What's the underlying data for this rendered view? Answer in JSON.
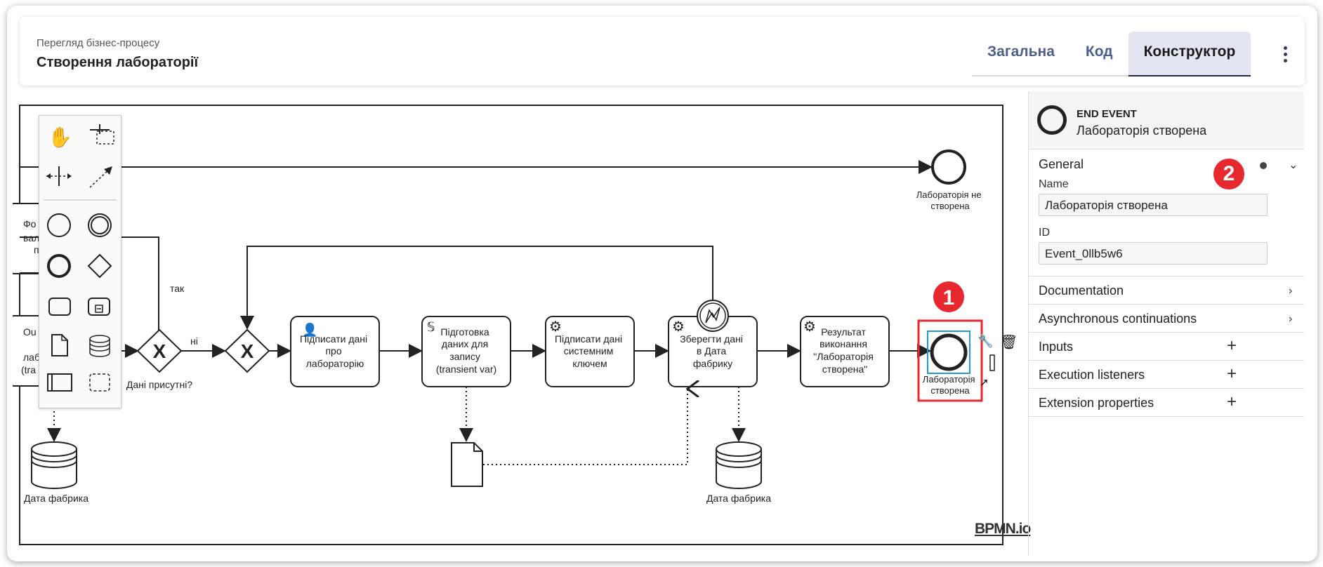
{
  "header": {
    "subtitle": "Перегляд бізнес-процесу",
    "title": "Створення лабораторії",
    "tabs": [
      {
        "label": "Загальна",
        "active": false
      },
      {
        "label": "Код",
        "active": false
      },
      {
        "label": "Конструктор",
        "active": true
      }
    ]
  },
  "diagram": {
    "labels": {
      "end_not_created": [
        "Лабораторія не",
        "створена"
      ],
      "yes": "так",
      "no": "ні",
      "gateway_data_present": "Дані присутні?",
      "task_sign_lab": [
        "Підписати дані",
        "про",
        "лабораторію"
      ],
      "task_prepare": [
        "Підготовка",
        "даних для",
        "запису",
        "(transient var)"
      ],
      "task_sign_system": [
        "Підписати дані",
        "системним",
        "ключем"
      ],
      "task_save": [
        "Зберегти дані",
        "в Дата",
        "фабрику"
      ],
      "task_result": [
        "Результат",
        "виконання",
        "\"Лабораторія",
        "створена\""
      ],
      "end_created": [
        "Лабораторія",
        "створена"
      ],
      "datastore_left": "Дата фабрика",
      "datastore_right": "Дата фабрика",
      "partial_left_1": [
        "Фо",
        "вал",
        "п"
      ],
      "partial_left_2": [
        "Ou",
        "лаб",
        "(tra"
      ]
    },
    "watermark": "BPMN.io",
    "badges": [
      "1",
      "2"
    ]
  },
  "properties": {
    "element_type": "END EVENT",
    "element_name": "Лабораторія створена",
    "general": {
      "title": "General",
      "name_label": "Name",
      "name_value": "Лабораторія створена",
      "id_label": "ID",
      "id_value": "Event_0llb5w6"
    },
    "groups": [
      {
        "title": "Documentation",
        "control": "chevron"
      },
      {
        "title": "Asynchronous continuations",
        "control": "chevron"
      },
      {
        "title": "Inputs",
        "control": "plus"
      },
      {
        "title": "Execution listeners",
        "control": "plus"
      },
      {
        "title": "Extension properties",
        "control": "plus"
      }
    ]
  },
  "colors": {
    "accent": "#4c5f8c",
    "badge": "#e8282f",
    "selection": "#1e9bd7",
    "highlight": "#e8282f"
  }
}
